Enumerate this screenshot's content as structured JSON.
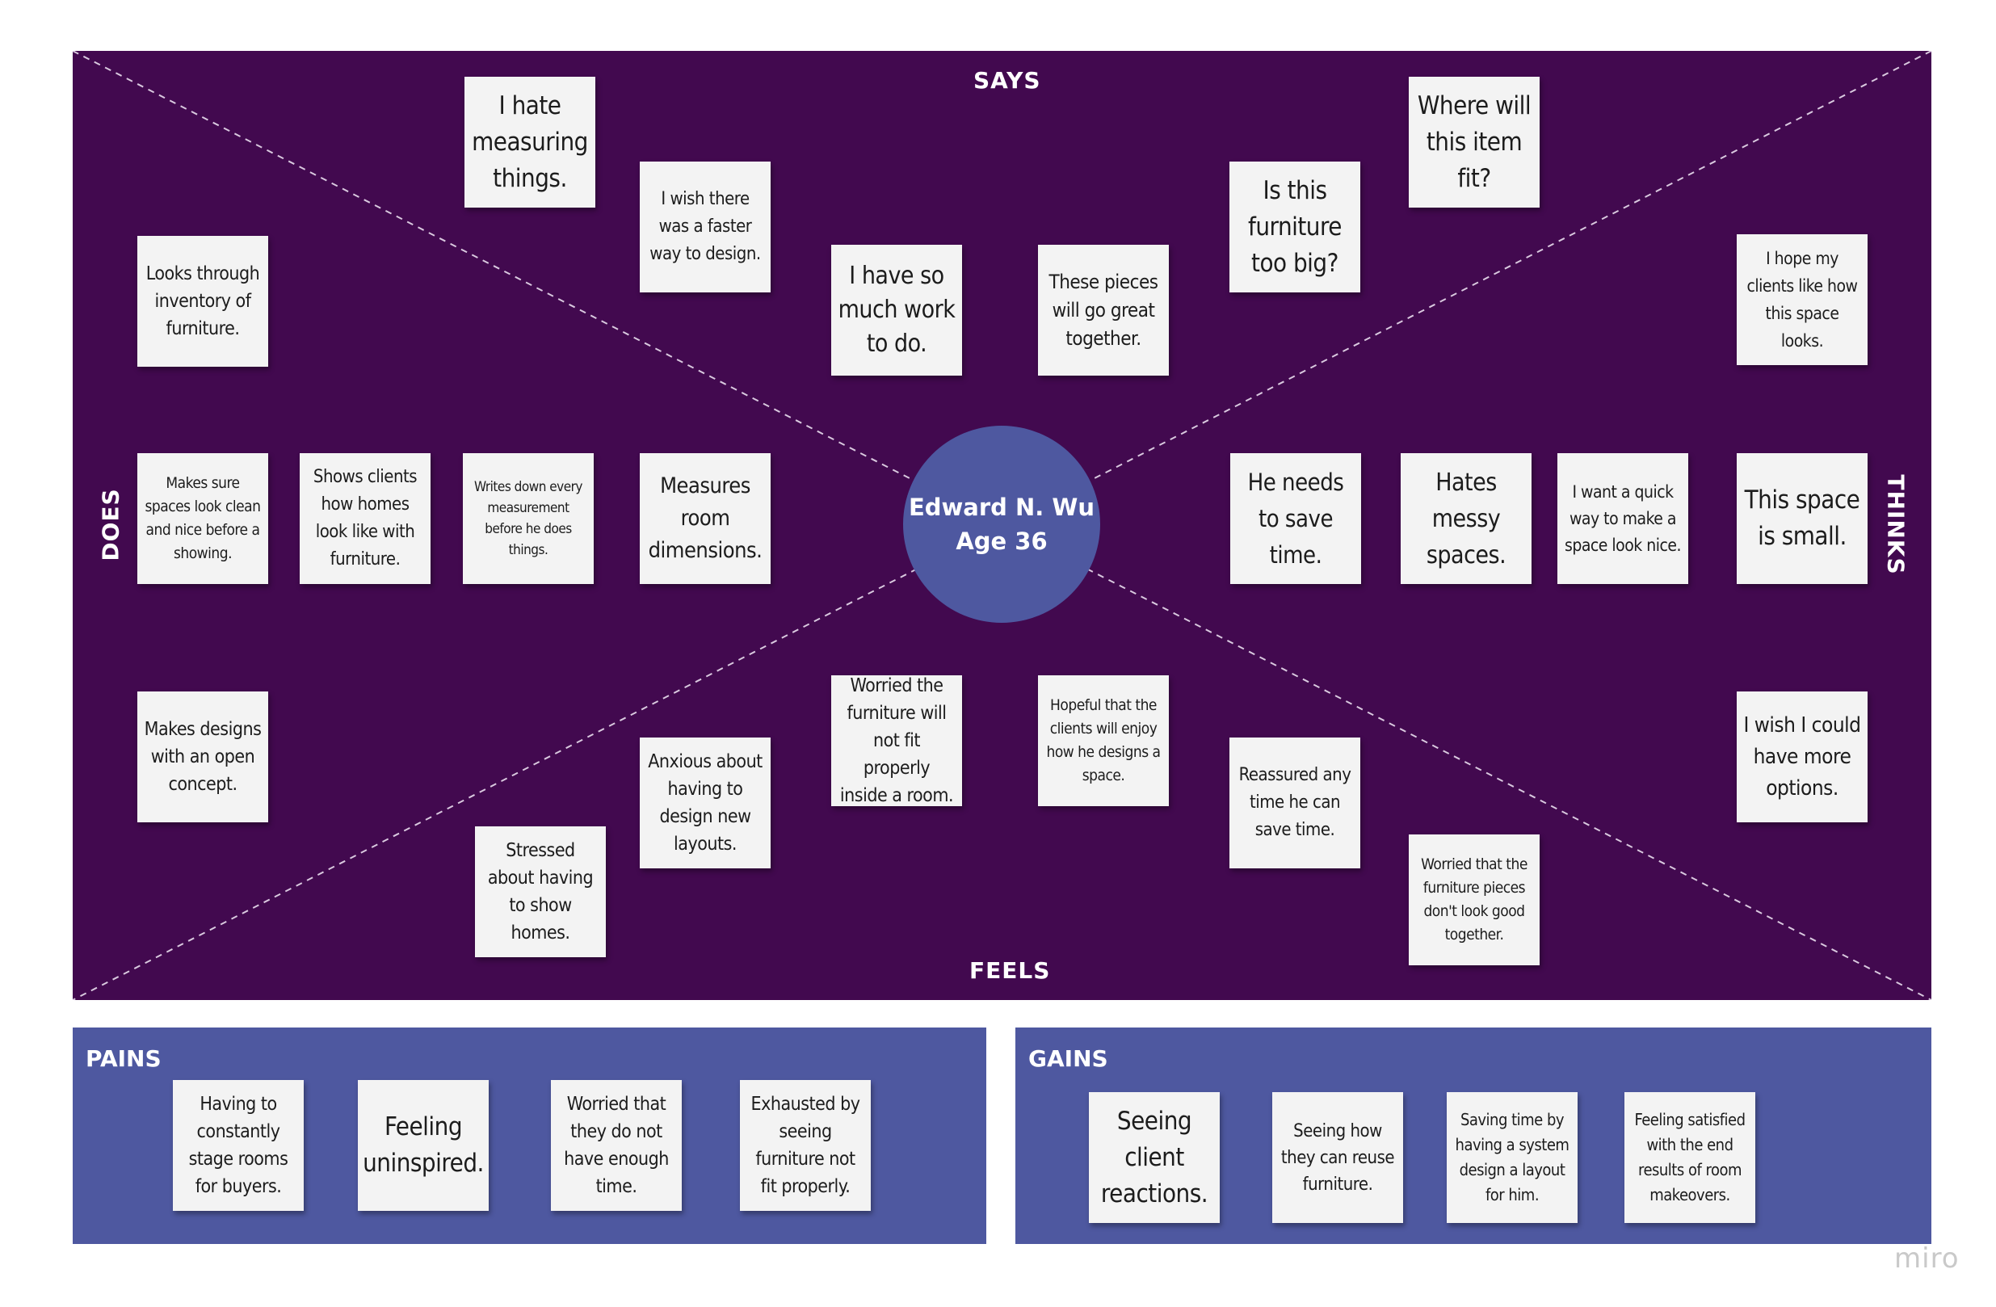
{
  "persona": {
    "name": "Edward N. Wu",
    "age": "Age 36"
  },
  "quadrants": {
    "says": "SAYS",
    "thinks": "THINKS",
    "does": "DOES",
    "feels": "FEELS"
  },
  "notes": {
    "says": [
      "I hate measuring things.",
      "I wish there was a faster way to design.",
      "I have so much work to do.",
      "These pieces will go great together.",
      "Is this furniture too big?",
      "Where will this item fit?"
    ],
    "thinks": [
      "I hope my clients like how this space looks.",
      "He needs to save time.",
      "Hates messy spaces.",
      "I want a quick way to make a space look nice.",
      "This space is small.",
      "I wish I could have more options."
    ],
    "does": [
      "Looks through inventory of furniture.",
      "Makes sure spaces look clean and nice before a showing.",
      "Shows clients how homes look like with furniture.",
      "Writes down every measurement before he does things.",
      "Measures room dimensions.",
      "Makes designs with an open concept."
    ],
    "feels": [
      "Worried the furniture will not fit properly inside a room.",
      "Hopeful that the clients will enjoy how he designs a space.",
      "Anxious about having to design new layouts.",
      "Reassured any time he can save time.",
      "Stressed about having to show homes.",
      "Worried that the furniture pieces don't look good together."
    ]
  },
  "pains": {
    "title": "PAINS",
    "items": [
      "Having to constantly stage rooms for buyers.",
      "Feeling uninspired.",
      "Worried that they do not have enough time.",
      "Exhausted by seeing furniture not fit properly."
    ]
  },
  "gains": {
    "title": "GAINS",
    "items": [
      "Seeing client reactions.",
      "Seeing how they can reuse furniture.",
      "Saving time by having a system design a layout for him.",
      "Feeling satisfied with the end results of room makeovers."
    ]
  },
  "watermark": "miro",
  "colors": {
    "board": "#42094f",
    "persona": "#4e58a0",
    "panel": "#4e58a0",
    "sticky": "#f3f3f3"
  }
}
